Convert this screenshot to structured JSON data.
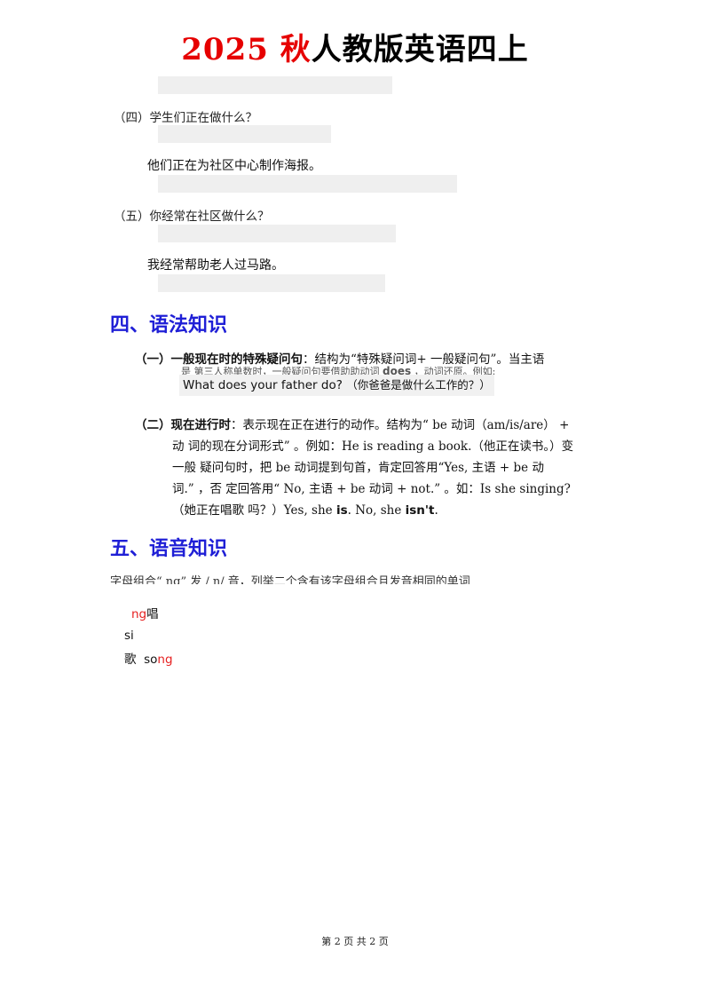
{
  "title": {
    "year": "2025",
    "season": "秋",
    "rest": "人教版英语四上"
  },
  "qa": [
    {
      "question": "（四）学生们正在做什么？",
      "answer": "他们正在为社区中心制作海报。"
    },
    {
      "question": "（五）你经常在社区做什么？",
      "answer": "我经常帮助老人过马路。"
    }
  ],
  "section4": {
    "heading": "四、语法知识",
    "item1": {
      "label": "（一）",
      "title": "一般现在时的特殊疑问句",
      "colon": "：",
      "text": "结构为“特殊疑问词+ 一般疑问句”。当主语",
      "overlap": "是 第三人称单数时，一般疑问句要借助助动词",
      "does": "does",
      "overlap_end": "，动词还原。例如:",
      "example_en": "What does your father do?",
      "example_zh": "（你爸爸是做什么工作的？）"
    },
    "item2": {
      "label": "（二）",
      "title": "现在进行时",
      "colon": "：",
      "line1": "表示现在正在进行的动作。结构为“ be 动词（am/is/are） +",
      "line2": "动 词的现在分词形式” 。例如：He is reading a book.（他正在读书。）变",
      "line3": "一般 疑问句时，把 be 动词提到句首，肯定回答用“Yes, 主语 + be 动",
      "line4": "词.” ，否 定回答用“ No, 主语 + be 动词 + not.” 。如：Is she singing?",
      "line5a": "（她正在唱歌 吗？）Yes, she ",
      "is": "is",
      "line5b": ". No, she ",
      "isnt": "isn't",
      "line5c": "."
    }
  },
  "section5": {
    "heading": "五、语音知识",
    "intro": "字母组合“ ng” 发 / ŋ/ 音，列举二个含有该字母组合且发音相同的单词",
    "w1_red": "ng",
    "w1_zh": "唱",
    "w1_prefix": "si",
    "w2_zh": "歌",
    "w2_black": "so",
    "w2_red": "ng"
  },
  "footer": {
    "text": "第 2 页 共 2 页"
  }
}
